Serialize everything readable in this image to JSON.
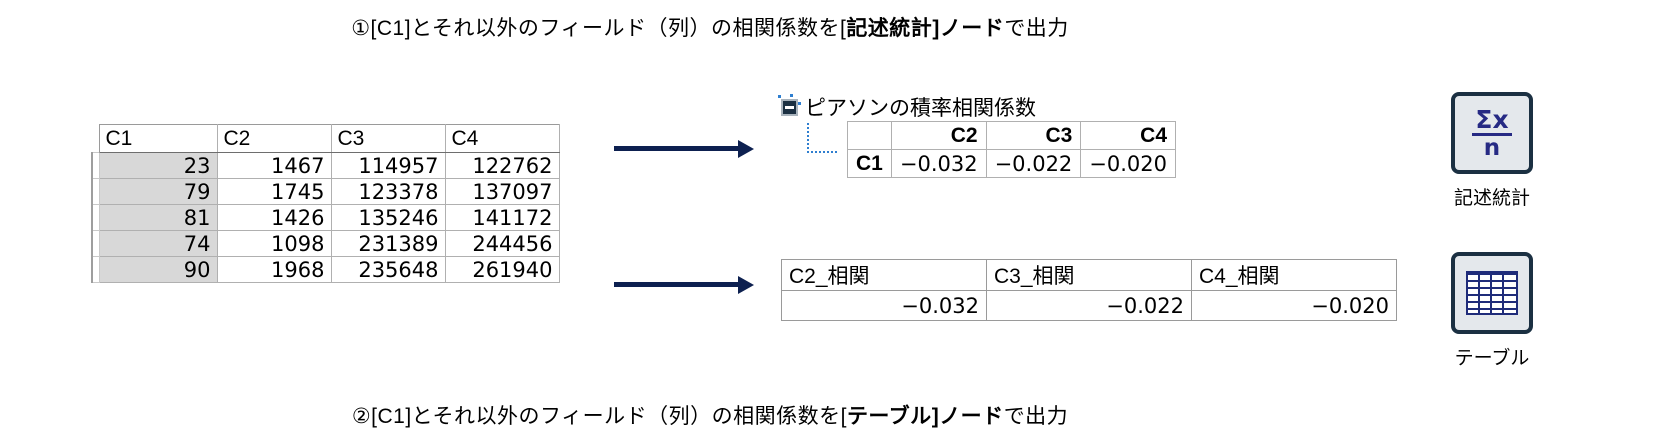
{
  "captions": {
    "top_prefix": "①[C1]とそれ以外のフィールド（列）の相関係数を[",
    "top_bold": "記述統計",
    "top_mid": "]",
    "top_bold2": "ノード",
    "top_suffix": "で出力",
    "bottom_prefix": "②[C1]とそれ以外のフィールド（列）の相関係数を[",
    "bottom_bold": "テーブル",
    "bottom_mid": "]",
    "bottom_bold2": "ノード",
    "bottom_suffix": "で出力"
  },
  "source_grid": {
    "headers": [
      "C1",
      "C2",
      "C3",
      "C4"
    ],
    "rows": [
      [
        "23",
        "1467",
        "114957",
        "122762"
      ],
      [
        "79",
        "1745",
        "123378",
        "137097"
      ],
      [
        "81",
        "1426",
        "135246",
        "141172"
      ],
      [
        "74",
        "1098",
        "231389",
        "244456"
      ],
      [
        "90",
        "1968",
        "235648",
        "261940"
      ]
    ]
  },
  "pearson": {
    "tree_label": "ピアソンの積率相関係数",
    "toggle_icon": "collapse-minus-icon",
    "corner_header": "",
    "column_headers": [
      "C2",
      "C3",
      "C4"
    ],
    "row_label": "C1",
    "values": [
      "−0.032",
      "−0.022",
      "−0.020"
    ]
  },
  "table_node_output": {
    "headers": [
      "C2_相関",
      "C3_相関",
      "C4_相関"
    ],
    "values": [
      "−0.032",
      "−0.022",
      "−0.020"
    ]
  },
  "nodes": [
    {
      "id": "descriptive-statistics",
      "caption": "記述統計",
      "icon": "sigma-over-n-icon",
      "numerator": "Σx",
      "denominator": "n",
      "glyph_color": "#262a84",
      "border_color": "#1b3042",
      "fill_color": "#e4e8ec"
    },
    {
      "id": "table",
      "caption": "テーブル",
      "icon": "table-grid-icon",
      "glyph_color": "#1f2c7a",
      "border_color": "#1b3042",
      "fill_color": "#e4e8ec"
    }
  ],
  "arrows": {
    "top_icon": "right-arrow-icon",
    "bottom_icon": "right-arrow-icon",
    "color": "#0d2050"
  },
  "colors": {
    "highlight_column": "#d8d8d8",
    "grid_border": "#b0b0b0",
    "accent_blue": "#2f7fd0"
  }
}
